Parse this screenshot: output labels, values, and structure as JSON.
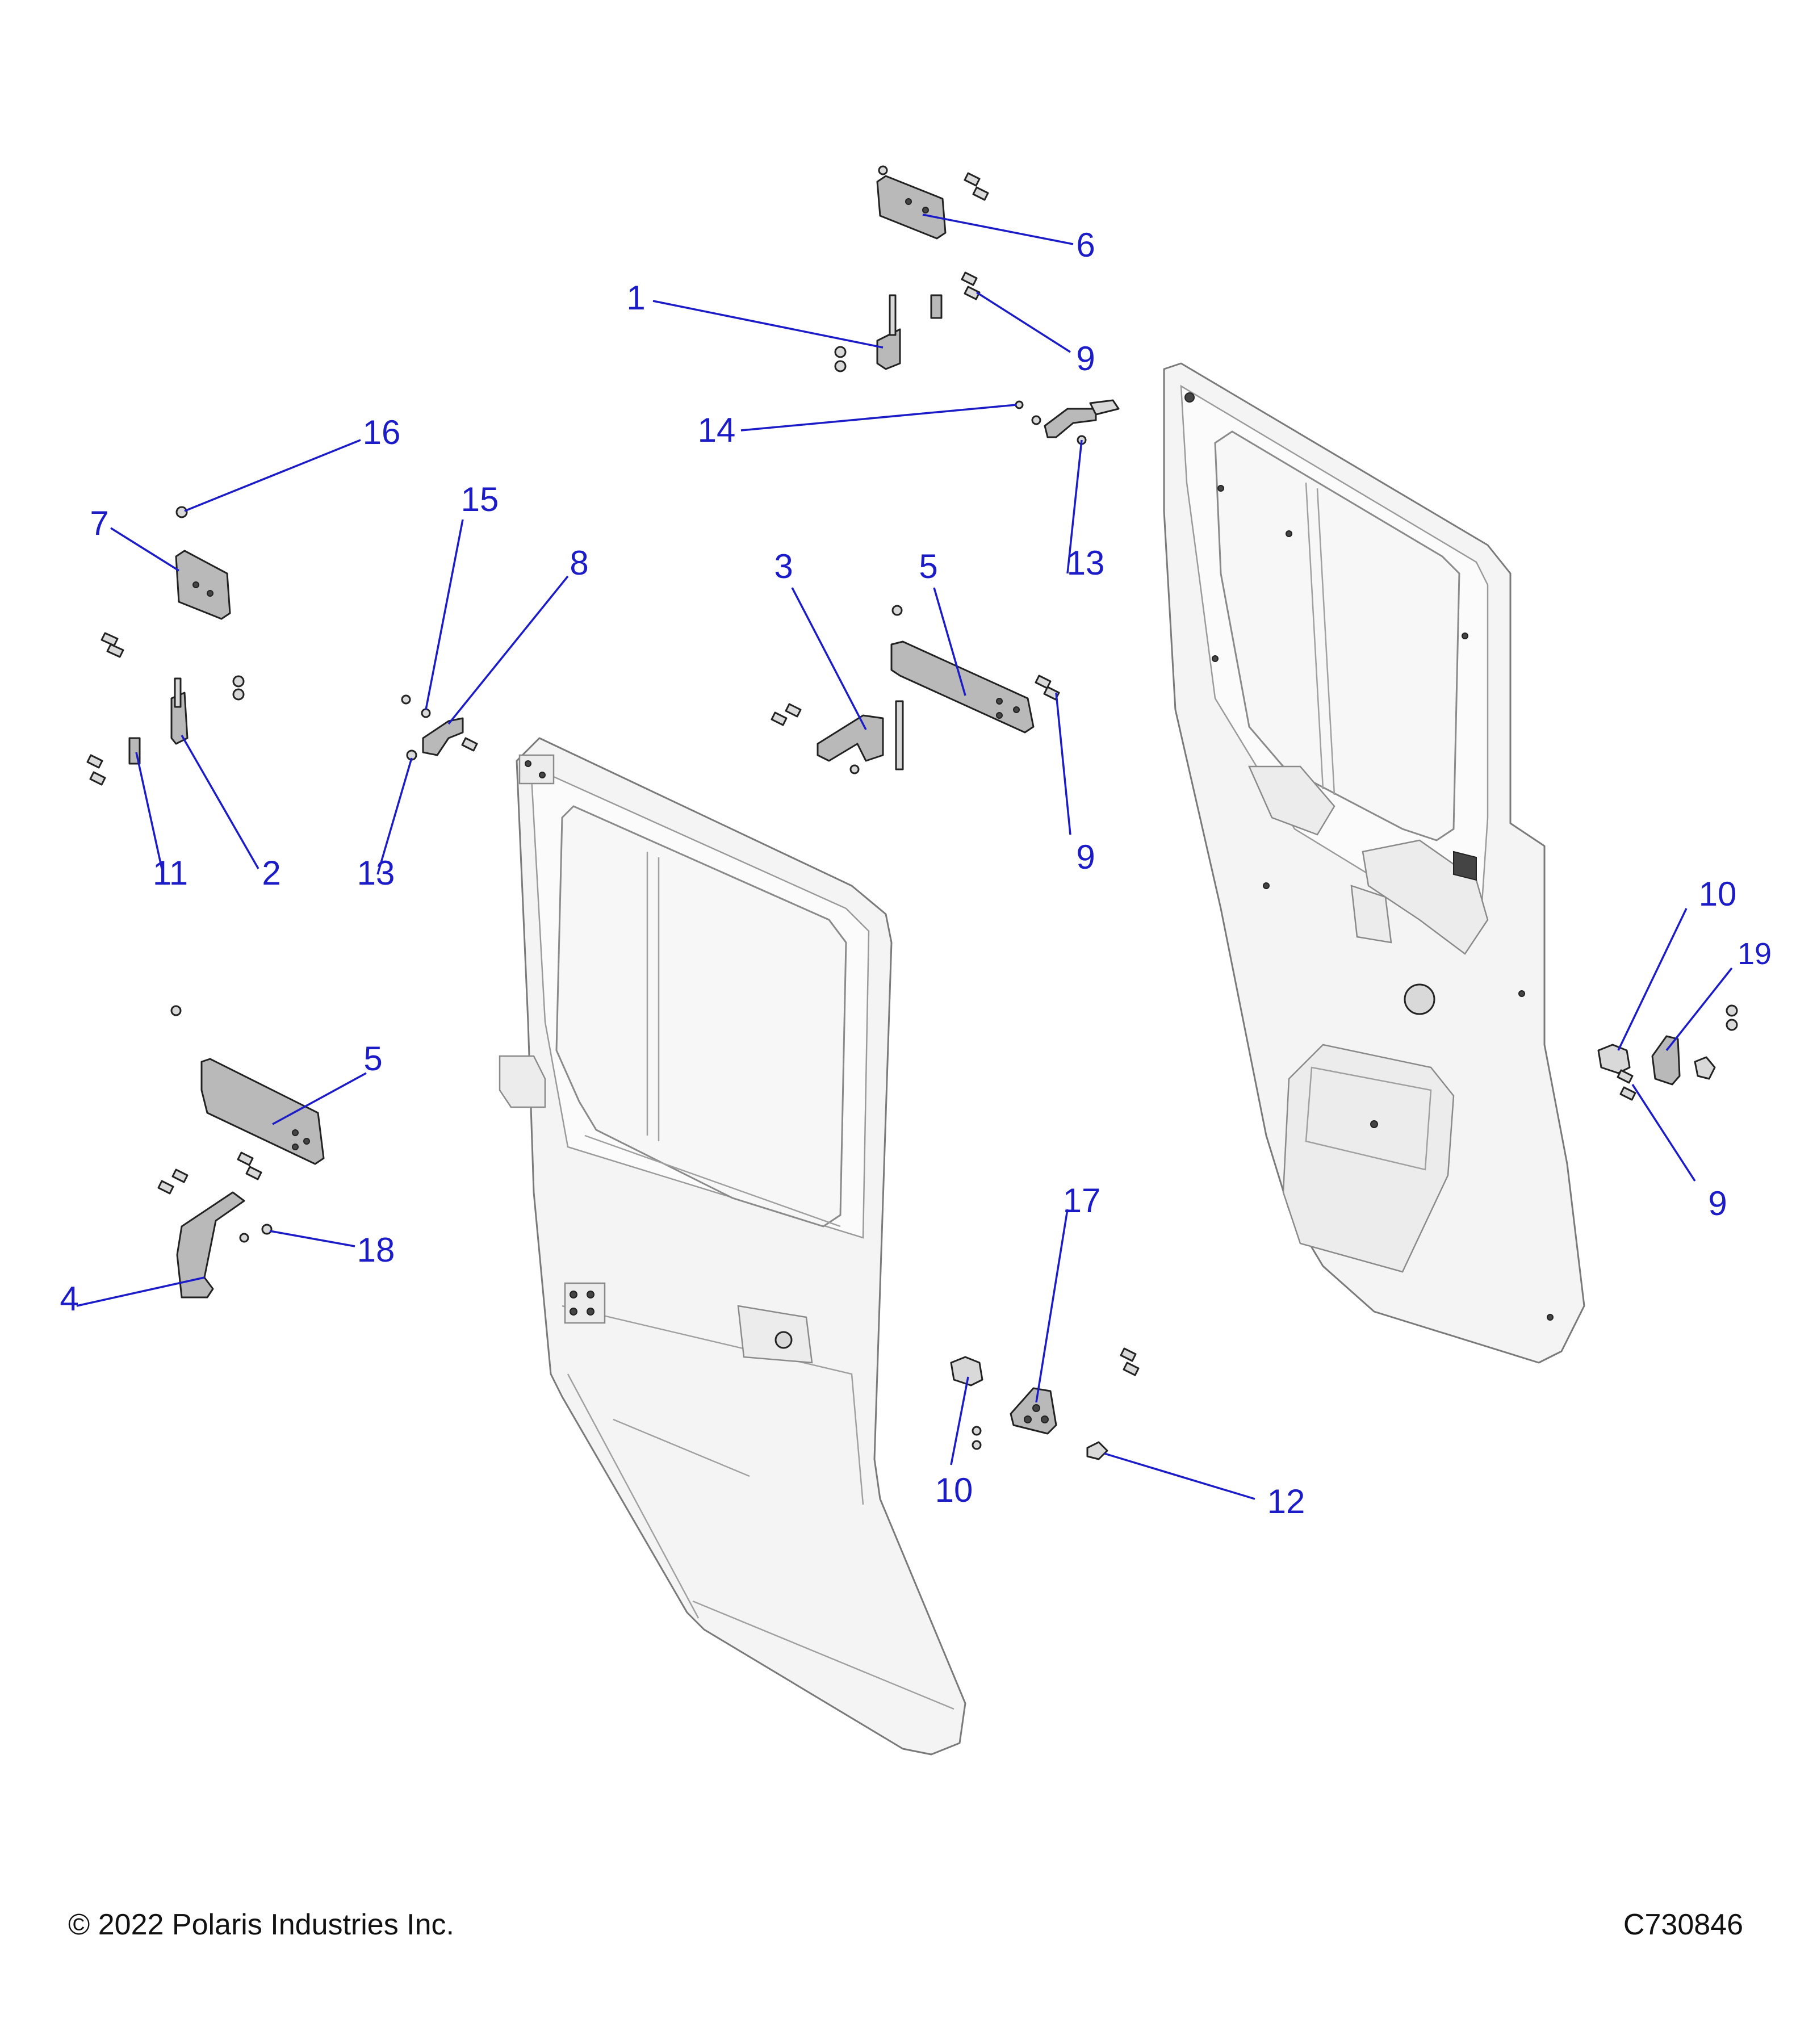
{
  "footer": {
    "copyright": "© 2022 Polaris Industries Inc.",
    "drawing_number": "C730846"
  },
  "callouts": [
    {
      "id": "c1",
      "label": "1"
    },
    {
      "id": "c2",
      "label": "2"
    },
    {
      "id": "c3",
      "label": "3"
    },
    {
      "id": "c4",
      "label": "4"
    },
    {
      "id": "c5a",
      "label": "5"
    },
    {
      "id": "c5b",
      "label": "5"
    },
    {
      "id": "c6",
      "label": "6"
    },
    {
      "id": "c7",
      "label": "7"
    },
    {
      "id": "c8",
      "label": "8"
    },
    {
      "id": "c9a",
      "label": "9"
    },
    {
      "id": "c9b",
      "label": "9"
    },
    {
      "id": "c9c",
      "label": "9"
    },
    {
      "id": "c10a",
      "label": "10"
    },
    {
      "id": "c10b",
      "label": "10"
    },
    {
      "id": "c11",
      "label": "11"
    },
    {
      "id": "c12",
      "label": "12"
    },
    {
      "id": "c13a",
      "label": "13"
    },
    {
      "id": "c13b",
      "label": "13"
    },
    {
      "id": "c14",
      "label": "14"
    },
    {
      "id": "c15",
      "label": "15"
    },
    {
      "id": "c16",
      "label": "16"
    },
    {
      "id": "c17",
      "label": "17"
    },
    {
      "id": "c18",
      "label": "18"
    },
    {
      "id": "c19",
      "label": "19"
    }
  ],
  "colors": {
    "callout": "#1b1bc8",
    "part_fill": "#b9b9b9",
    "door_fill": "#f4f4f4"
  }
}
